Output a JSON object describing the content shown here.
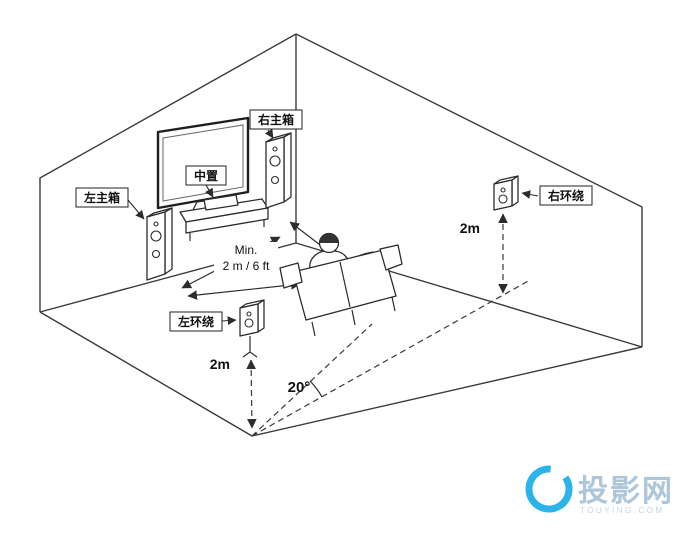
{
  "speakers": {
    "left_main": "左主箱",
    "right_main": "右主箱",
    "center": "中置",
    "left_surround": "左环绕",
    "right_surround": "右环绕"
  },
  "measurements": {
    "min_label_line1": "Min.",
    "min_label_line2": "2 m / 6 ft",
    "left_surround_height": "2m",
    "right_surround_height": "2m",
    "listening_angle": "20°"
  },
  "colors": {
    "line": "#3a3a3a",
    "watermark_blue": "#2bb3ea",
    "watermark_text": "#adc6da"
  },
  "watermark": {
    "name": "投影网",
    "domain": "TOUYING.COM"
  }
}
